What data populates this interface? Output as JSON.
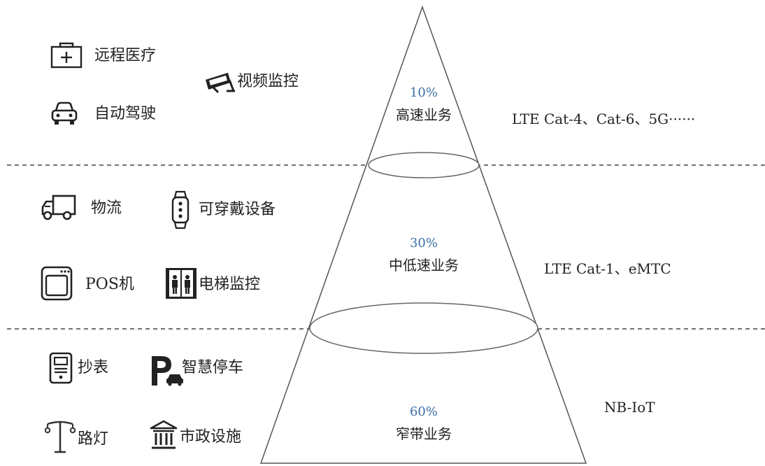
{
  "tiers": [
    {
      "percent": "10%",
      "name": "高速业务",
      "tech": "LTE Cat-4、Cat-6、5G······"
    },
    {
      "percent": "30%",
      "name": "中低速业务",
      "tech": "LTE Cat-1、eMTC"
    },
    {
      "percent": "60%",
      "name": "窄带业务",
      "tech": "NB-IoT"
    }
  ],
  "apps": {
    "high": [
      "远程医疗",
      "视频监控",
      "自动驾驶"
    ],
    "mid": [
      "物流",
      "可穿戴设备",
      "POS机",
      "电梯监控"
    ],
    "low": [
      "抄表",
      "智慧停车",
      "路灯",
      "市政设施"
    ]
  },
  "icons": {
    "high": [
      "medical-kit-icon",
      "cctv-camera-icon",
      "car-icon"
    ],
    "mid": [
      "truck-icon",
      "smartwatch-icon",
      "pos-terminal-icon",
      "elevator-icon"
    ],
    "low": [
      "meter-icon",
      "parking-icon",
      "street-lamp-icon",
      "municipal-building-icon"
    ]
  },
  "colors": {
    "percent": "#3b6fa4",
    "line": "#555555",
    "text": "#222222"
  }
}
